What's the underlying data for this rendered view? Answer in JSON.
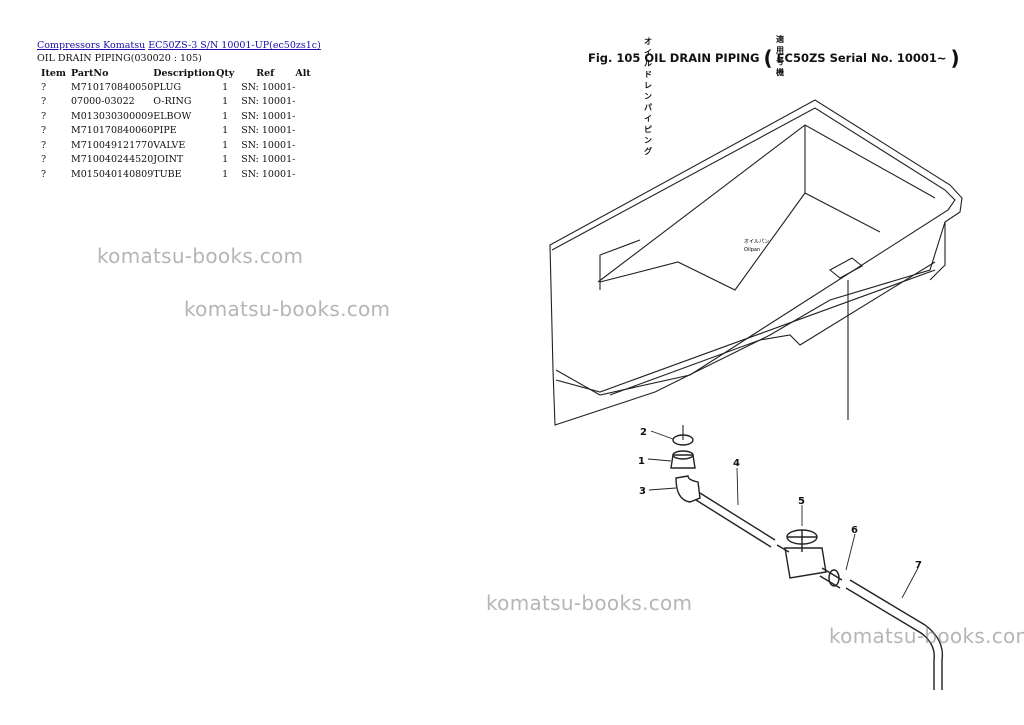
{
  "breadcrumb": {
    "link1": "Compressors Komatsu",
    "link2": "EC50ZS-3 S/N 10001-UP(ec50zs1c)"
  },
  "section_title": "OIL DRAIN PIPING(030020 : 105)",
  "table": {
    "headers": [
      "Item",
      "PartNo",
      "Description",
      "Qty",
      "Ref",
      "Alt"
    ],
    "rows": [
      [
        "?",
        "M710170840050",
        "PLUG",
        "1",
        "SN: 10001-",
        ""
      ],
      [
        "?",
        "07000-03022",
        "O-RING",
        "1",
        "SN: 10001-",
        ""
      ],
      [
        "?",
        "M013030300009",
        "ELBOW",
        "1",
        "SN: 10001-",
        ""
      ],
      [
        "?",
        "M710170840060",
        "PIPE",
        "1",
        "SN: 10001-",
        ""
      ],
      [
        "?",
        "M710049121770",
        "VALVE",
        "1",
        "SN: 10001-",
        ""
      ],
      [
        "?",
        "M710040244520",
        "JOINT",
        "1",
        "SN: 10001-",
        ""
      ],
      [
        "?",
        "M015040140809",
        "TUBE",
        "1",
        "SN: 10001-",
        ""
      ]
    ]
  },
  "watermarks": [
    "komatsu-books.com",
    "komatsu-books.com",
    "komatsu-books.com",
    "komatsu-books.com"
  ],
  "figure": {
    "jp_title": "オイル ドレン パイピング",
    "jp_serial": "適 用 号 機",
    "title": "Fig. 105  OIL DRAIN PIPING",
    "serial": "EC50ZS Serial No. 10001~",
    "callouts": [
      "2",
      "1",
      "3",
      "4",
      "5",
      "6",
      "7"
    ],
    "tank_label_jp": "オイルパン",
    "tank_label": "Oilpan"
  }
}
